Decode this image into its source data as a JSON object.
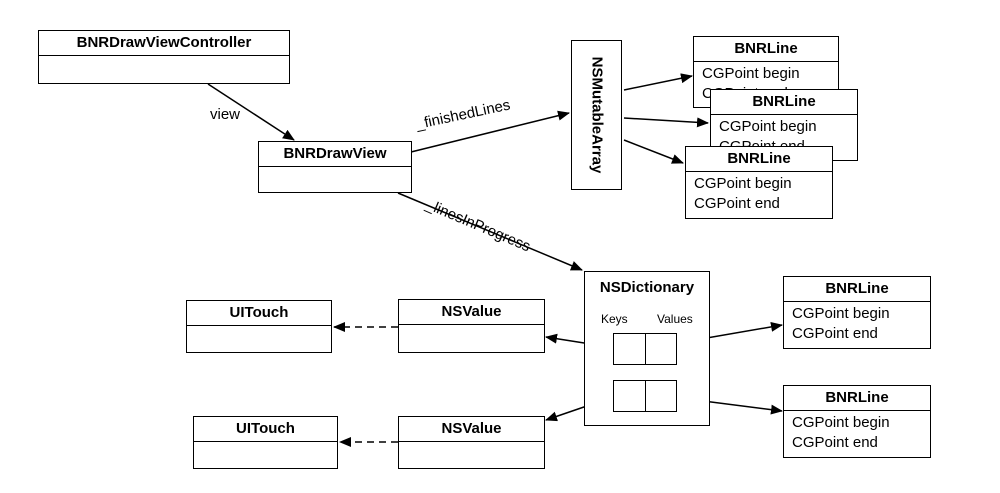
{
  "controller": {
    "title": "BNRDrawViewController"
  },
  "draw_view": {
    "title": "BNRDrawView"
  },
  "mutable_array": {
    "title": "NSMutableArray"
  },
  "dictionary": {
    "title": "NSDictionary",
    "keys_label": "Keys",
    "values_label": "Values"
  },
  "edge_labels": {
    "view": "view",
    "finished_lines": "_finishedLines",
    "lines_in_progress": "_linesInProgress"
  },
  "array_lines": [
    {
      "title": "BNRLine",
      "attrs": [
        "CGPoint begin",
        "CGPoint end"
      ]
    },
    {
      "title": "BNRLine",
      "attrs": [
        "CGPoint begin",
        "CGPoint end"
      ]
    },
    {
      "title": "BNRLine",
      "attrs": [
        "CGPoint begin",
        "CGPoint end"
      ]
    }
  ],
  "dict_lines": [
    {
      "title": "BNRLine",
      "attrs": [
        "CGPoint begin",
        "CGPoint end"
      ]
    },
    {
      "title": "BNRLine",
      "attrs": [
        "CGPoint begin",
        "CGPoint end"
      ]
    }
  ],
  "values": [
    {
      "title": "NSValue"
    },
    {
      "title": "NSValue"
    }
  ],
  "touches": [
    {
      "title": "UITouch"
    },
    {
      "title": "UITouch"
    }
  ]
}
